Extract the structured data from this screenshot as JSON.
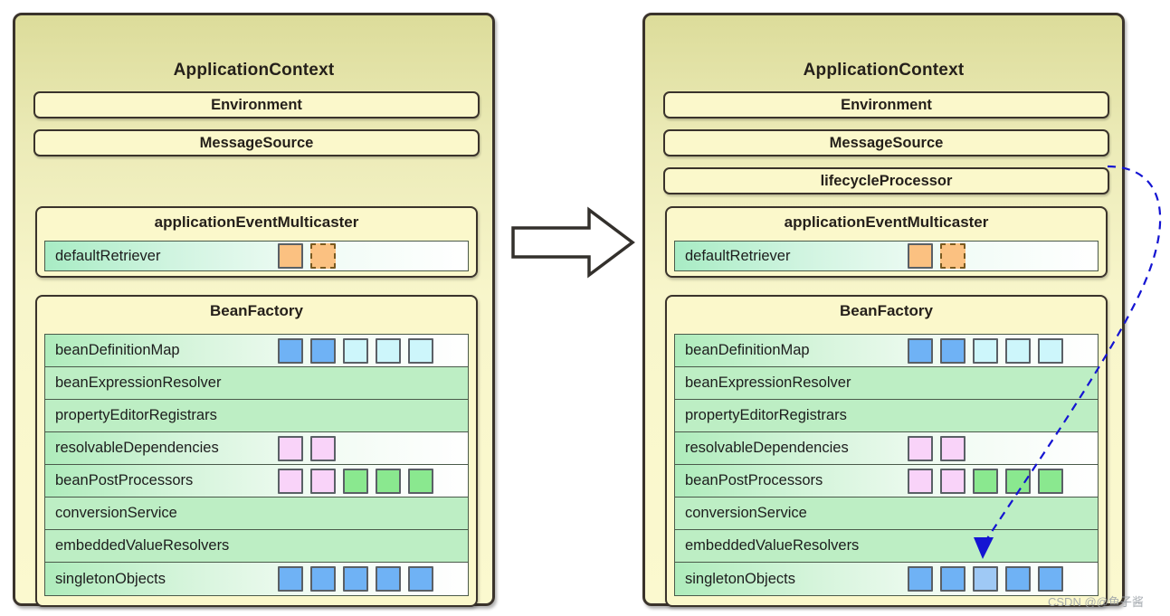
{
  "diagram": {
    "watermark": "CSDN @@鱼子酱",
    "transition_icon": "right-block-arrow",
    "colors": {
      "panel_border": "#3a332b",
      "panel_fill_top": "#dcdc9a",
      "panel_fill_bottom": "#fbf9cf",
      "row_green": "#bdeec4",
      "slot_blue": "#6fb2f5",
      "slot_blue_light": "#9fc9f5",
      "slot_cyan_pale": "#cdf6fb",
      "slot_pink": "#f9d3f9",
      "slot_green": "#8ae88f",
      "slot_orange": "#fbc181",
      "callout_arrow": "#1414d2"
    }
  },
  "panels": [
    {
      "id": "before",
      "title": "ApplicationContext",
      "bars": [
        {
          "label": "Environment"
        },
        {
          "label": "MessageSource"
        }
      ],
      "groups": [
        {
          "title": "applicationEventMulticaster",
          "rows": [
            {
              "label": "defaultRetriever",
              "slots": [
                {
                  "color": "#fbc181",
                  "style": "solid"
                },
                {
                  "color": "#fbc181",
                  "style": "dashed"
                }
              ]
            }
          ]
        },
        {
          "title": "BeanFactory",
          "rows": [
            {
              "label": "beanDefinitionMap",
              "slots": [
                {
                  "color": "#6fb2f5",
                  "style": "solid"
                },
                {
                  "color": "#6fb2f5",
                  "style": "solid"
                },
                {
                  "color": "#cdf6fb",
                  "style": "solid"
                },
                {
                  "color": "#cdf6fb",
                  "style": "solid"
                },
                {
                  "color": "#cdf6fb",
                  "style": "solid"
                }
              ]
            },
            {
              "label": "beanExpressionResolver",
              "slots": []
            },
            {
              "label": "propertyEditorRegistrars",
              "slots": []
            },
            {
              "label": "resolvableDependencies",
              "slots": [
                {
                  "color": "#f9d3f9",
                  "style": "solid"
                },
                {
                  "color": "#f9d3f9",
                  "style": "solid"
                }
              ]
            },
            {
              "label": "beanPostProcessors",
              "slots": [
                {
                  "color": "#f9d3f9",
                  "style": "solid"
                },
                {
                  "color": "#f9d3f9",
                  "style": "solid"
                },
                {
                  "color": "#8ae88f",
                  "style": "solid"
                },
                {
                  "color": "#8ae88f",
                  "style": "solid"
                },
                {
                  "color": "#8ae88f",
                  "style": "solid"
                }
              ]
            },
            {
              "label": "conversionService",
              "slots": []
            },
            {
              "label": "embeddedValueResolvers",
              "slots": []
            },
            {
              "label": "singletonObjects",
              "slots": [
                {
                  "color": "#6fb2f5",
                  "style": "solid"
                },
                {
                  "color": "#6fb2f5",
                  "style": "solid"
                },
                {
                  "color": "#6fb2f5",
                  "style": "solid"
                },
                {
                  "color": "#6fb2f5",
                  "style": "solid"
                },
                {
                  "color": "#6fb2f5",
                  "style": "solid"
                }
              ]
            }
          ]
        }
      ]
    },
    {
      "id": "after",
      "title": "ApplicationContext",
      "bars": [
        {
          "label": "Environment"
        },
        {
          "label": "MessageSource"
        },
        {
          "label": "lifecycleProcessor"
        }
      ],
      "groups": [
        {
          "title": "applicationEventMulticaster",
          "rows": [
            {
              "label": "defaultRetriever",
              "slots": [
                {
                  "color": "#fbc181",
                  "style": "solid"
                },
                {
                  "color": "#fbc181",
                  "style": "dashed"
                }
              ]
            }
          ]
        },
        {
          "title": "BeanFactory",
          "rows": [
            {
              "label": "beanDefinitionMap",
              "slots": [
                {
                  "color": "#6fb2f5",
                  "style": "solid"
                },
                {
                  "color": "#6fb2f5",
                  "style": "solid"
                },
                {
                  "color": "#cdf6fb",
                  "style": "solid"
                },
                {
                  "color": "#cdf6fb",
                  "style": "solid"
                },
                {
                  "color": "#cdf6fb",
                  "style": "solid"
                }
              ]
            },
            {
              "label": "beanExpressionResolver",
              "slots": []
            },
            {
              "label": "propertyEditorRegistrars",
              "slots": []
            },
            {
              "label": "resolvableDependencies",
              "slots": [
                {
                  "color": "#f9d3f9",
                  "style": "solid"
                },
                {
                  "color": "#f9d3f9",
                  "style": "solid"
                }
              ]
            },
            {
              "label": "beanPostProcessors",
              "slots": [
                {
                  "color": "#f9d3f9",
                  "style": "solid"
                },
                {
                  "color": "#f9d3f9",
                  "style": "solid"
                },
                {
                  "color": "#8ae88f",
                  "style": "solid"
                },
                {
                  "color": "#8ae88f",
                  "style": "solid"
                },
                {
                  "color": "#8ae88f",
                  "style": "solid"
                }
              ]
            },
            {
              "label": "conversionService",
              "slots": []
            },
            {
              "label": "embeddedValueResolvers",
              "slots": []
            },
            {
              "label": "singletonObjects",
              "slots": [
                {
                  "color": "#6fb2f5",
                  "style": "solid"
                },
                {
                  "color": "#6fb2f5",
                  "style": "solid"
                },
                {
                  "color": "#9fc9f5",
                  "style": "solid"
                },
                {
                  "color": "#6fb2f5",
                  "style": "solid"
                },
                {
                  "color": "#6fb2f5",
                  "style": "solid"
                }
              ]
            }
          ]
        }
      ]
    }
  ]
}
